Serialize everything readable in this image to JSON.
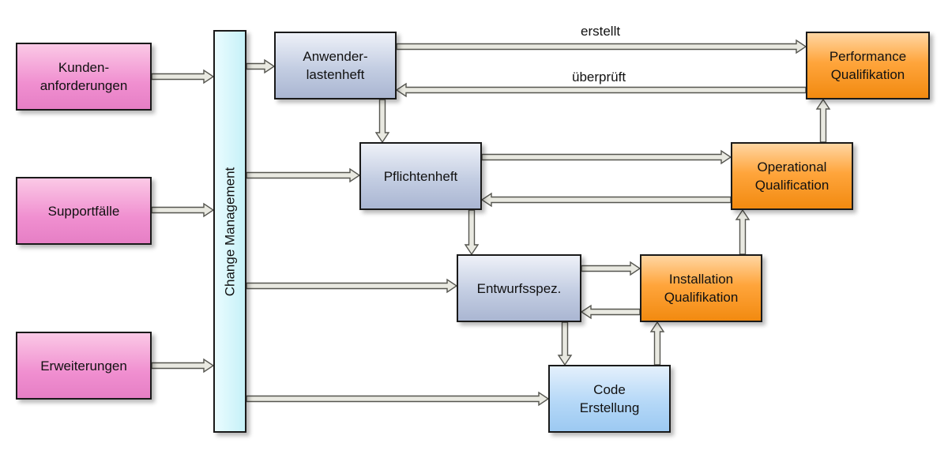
{
  "nodes": {
    "kundenanforderungen": "Kunden-\nanforderungen",
    "supportfaelle": "Supportfälle",
    "erweiterungen": "Erweiterungen",
    "change_management": "Change Management",
    "anwenderlastenheft": "Anwender-\nlastenheft",
    "pflichtenheft": "Pflichtenheft",
    "entwurfsspez": "Entwurfsspez.",
    "code_erstellung": "Code\nErstellung",
    "performance_qualifikation": "Performance\nQualifikation",
    "operational_qualification": "Operational\nQualification",
    "installation_qualifikation": "Installation\nQualifikation"
  },
  "edge_labels": {
    "erstellt": "erstellt",
    "ueberprueft": "überprüft"
  },
  "colors": {
    "input_pink": "#f08fd0",
    "change_mgmt_cyan": "#c6f1f8",
    "spec_grey_blue": "#c3cde2",
    "code_blue": "#b5d8f7",
    "qualification_orange": "#ffa53c",
    "arrow_fill": "#e9e9e1",
    "arrow_stroke": "#55554f"
  }
}
